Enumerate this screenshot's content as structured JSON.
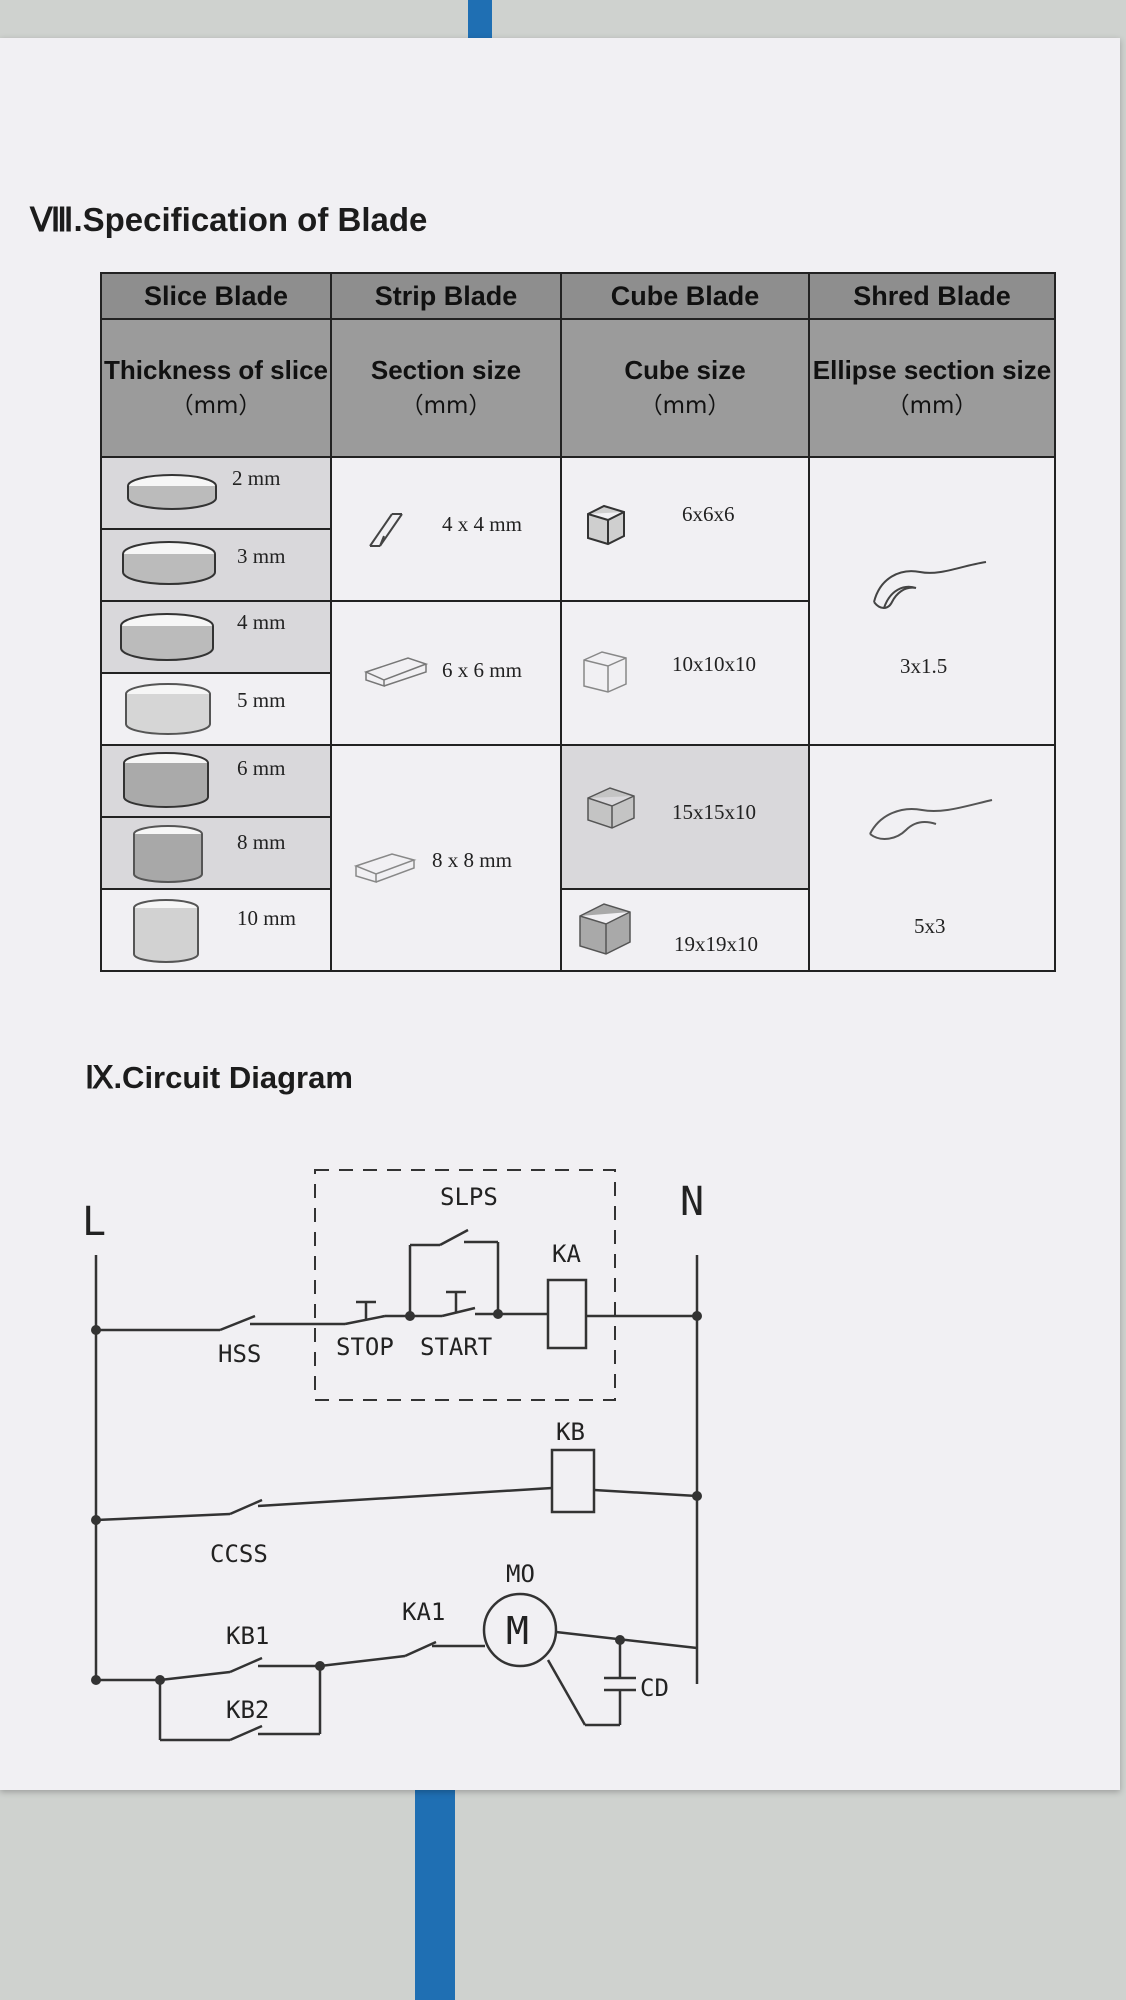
{
  "section8": {
    "title": "Ⅷ.Specification of Blade",
    "headers": [
      "Slice Blade",
      "Strip Blade",
      "Cube Blade",
      "Shred Blade"
    ],
    "subheaders": [
      {
        "text": "Thickness of slice",
        "unit": "（mm）"
      },
      {
        "text": "Section size",
        "unit": "（mm）"
      },
      {
        "text": "Cube size",
        "unit": "（mm）"
      },
      {
        "text": "Ellipse section size",
        "unit": "（mm）"
      }
    ],
    "slice_rows": [
      "2 mm",
      "3 mm",
      "4 mm",
      "5 mm",
      "6 mm",
      "8 mm",
      "10 mm"
    ],
    "strip_sizes": [
      "4 x 4 mm",
      "6 x 6 mm",
      "8 x 8 mm"
    ],
    "cube_sizes": [
      "6x6x6",
      "10x10x10",
      "15x15x10",
      "19x19x10"
    ],
    "shred_sizes": [
      "3x1.5",
      "5x3"
    ]
  },
  "section9": {
    "title": "Ⅸ.Circuit Diagram",
    "labels": {
      "L": "L",
      "N": "N",
      "SLPS": "SLPS",
      "KA": "KA",
      "HSS": "HSS",
      "STOP": "STOP",
      "START": "START",
      "KB": "KB",
      "CCSS": "CCSS",
      "MO": "MO",
      "M": "M",
      "KA1": "KA1",
      "KB1": "KB1",
      "KB2": "KB2",
      "CD": "CD"
    }
  }
}
